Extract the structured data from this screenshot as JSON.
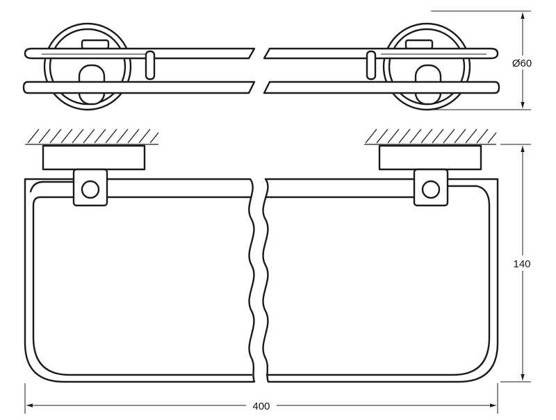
{
  "dimensions": {
    "diameter_label": "Ø60",
    "depth_label": "140",
    "width_label": "400"
  },
  "colors": {
    "line": "#1a1a1a",
    "background": "#ffffff"
  }
}
